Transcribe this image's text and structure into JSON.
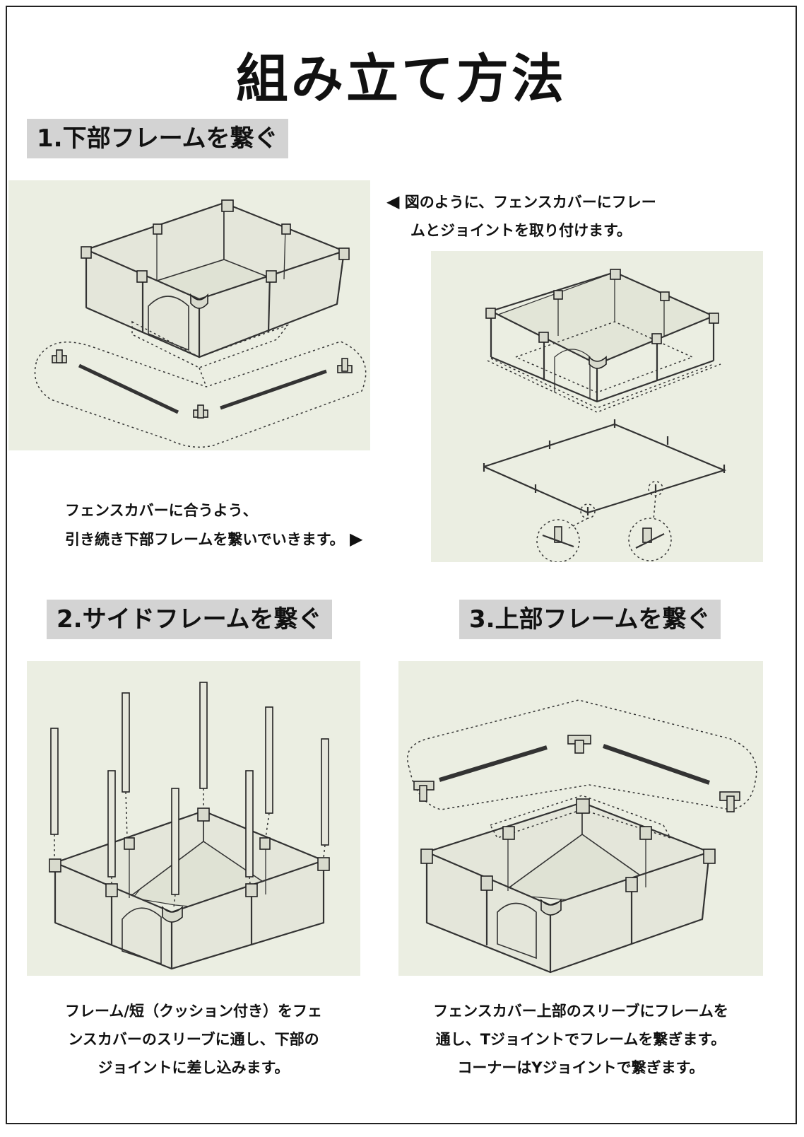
{
  "title": "組み立て方法",
  "steps": [
    {
      "heading": "1.下部フレームを繋ぐ",
      "caption_top_arrow": "◀",
      "caption_top_lines": [
        "図のように、フェンスカバーにフレー",
        "ムとジョイントを取り付けます。"
      ],
      "caption_bottom_lines": [
        "フェンスカバーに合うよう、",
        "引き続き下部フレームを繋いでいきます。"
      ],
      "caption_bottom_arrow": "▶"
    },
    {
      "heading": "2.サイドフレームを繋ぐ",
      "caption_lines": [
        "フレーム/短（クッション付き）をフェ",
        "ンスカバーのスリーブに通し、下部の",
        "ジョイントに差し込みます。"
      ]
    },
    {
      "heading": "3.上部フレームを繋ぐ",
      "caption_lines": [
        "フェンスカバー上部のスリーブにフレームを",
        "通し、Tジョイントでフレームを繋ぎます。",
        "コーナーはYジョイントで繋ぎます。"
      ]
    }
  ],
  "colors": {
    "panel_background": "#ebeee2",
    "heading_background": "#d3d3d3",
    "line": "#333333"
  },
  "icons": [
    "left-arrow-icon",
    "right-arrow-icon"
  ]
}
